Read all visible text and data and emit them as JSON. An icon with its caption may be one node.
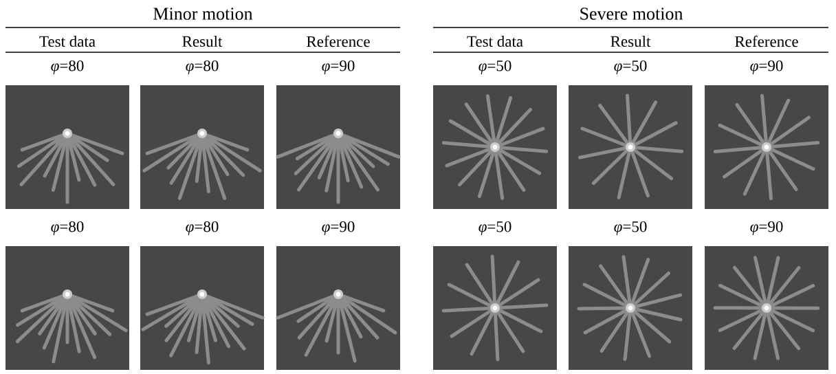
{
  "diagram": {
    "nodes": [
      {
        "text": [
          "*φ*=80"
        ]
      },
      {
        "text": [
          "*φ*=80"
        ]
      },
      {
        "text": [
          "*φ*=90"
        ]
      },
      {
        "text": [
          "*φ*=50"
        ]
      },
      {
        "text": [
          "*φ*=50"
        ]
      },
      {
        "text": [
          "*φ*=90"
        ]
      },
      {
        "text": [
          "*φ*=80"
        ]
      },
      {
        "text": [
          "*φ*=80"
        ]
      },
      {
        "text": [
          "*φ*=90"
        ]
      },
      {
        "text": [
          "*φ*=50"
        ]
      },
      {
        "text": [
          "*φ*=50"
        ]
      },
      {
        "text": [
          "*φ*=90"
        ]
      }
    ],
    "labels": [
      "Minor motion",
      "Severe motion",
      "Test data",
      "Result",
      "Reference",
      "Test data",
      "Result",
      "Reference"
    ]
  }
}
